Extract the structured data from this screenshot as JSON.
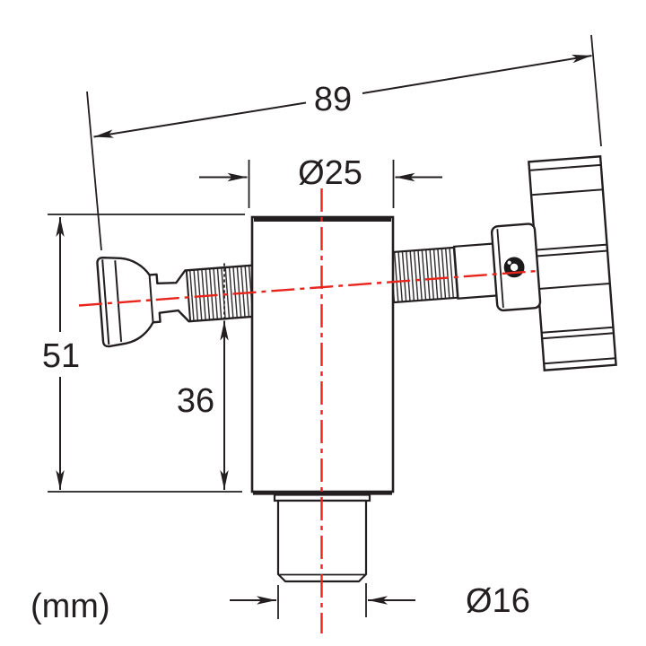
{
  "drawing": {
    "units_label": "(mm)",
    "dimensions": {
      "overall_length": "89",
      "body_diameter": "Ø25",
      "body_height": "51",
      "centerline_height": "36",
      "spigot_diameter": "Ø16"
    },
    "colors": {
      "line": "#231f20",
      "centerline": "#e8251d",
      "background": "#ffffff"
    }
  }
}
